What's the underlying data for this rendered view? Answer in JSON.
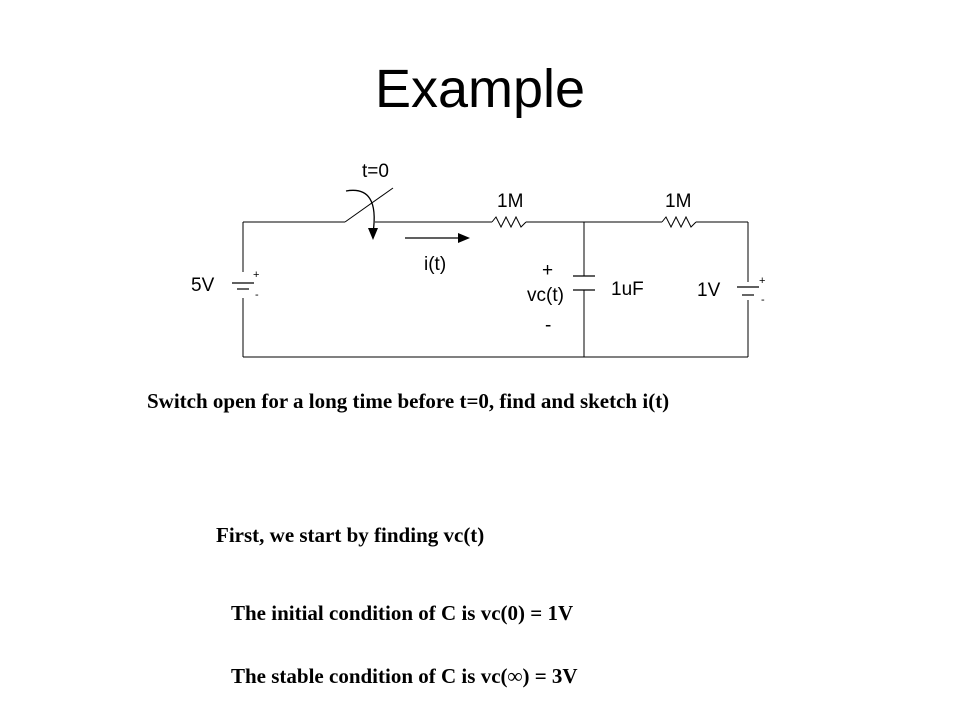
{
  "slide": {
    "title": "Example",
    "problem": "Switch open for a long time before t=0, find and sketch i(t)",
    "step1": "First, we start by finding vc(t)",
    "initial": "The initial condition of C is vc(0) = 1V",
    "stable": "The stable condition of C is vc(∞) = 3V"
  },
  "circuit": {
    "switch_label": "t=0",
    "r1_label": "1M",
    "r2_label": "1M",
    "source_left_label": "5V",
    "source_right_label": "1V",
    "current_label": "i(t)",
    "cap_plus": "+",
    "cap_voltage": "vc(t)",
    "cap_minus": "-",
    "cap_label": "1uF",
    "battery_plus": "+",
    "battery_minus": "-"
  }
}
